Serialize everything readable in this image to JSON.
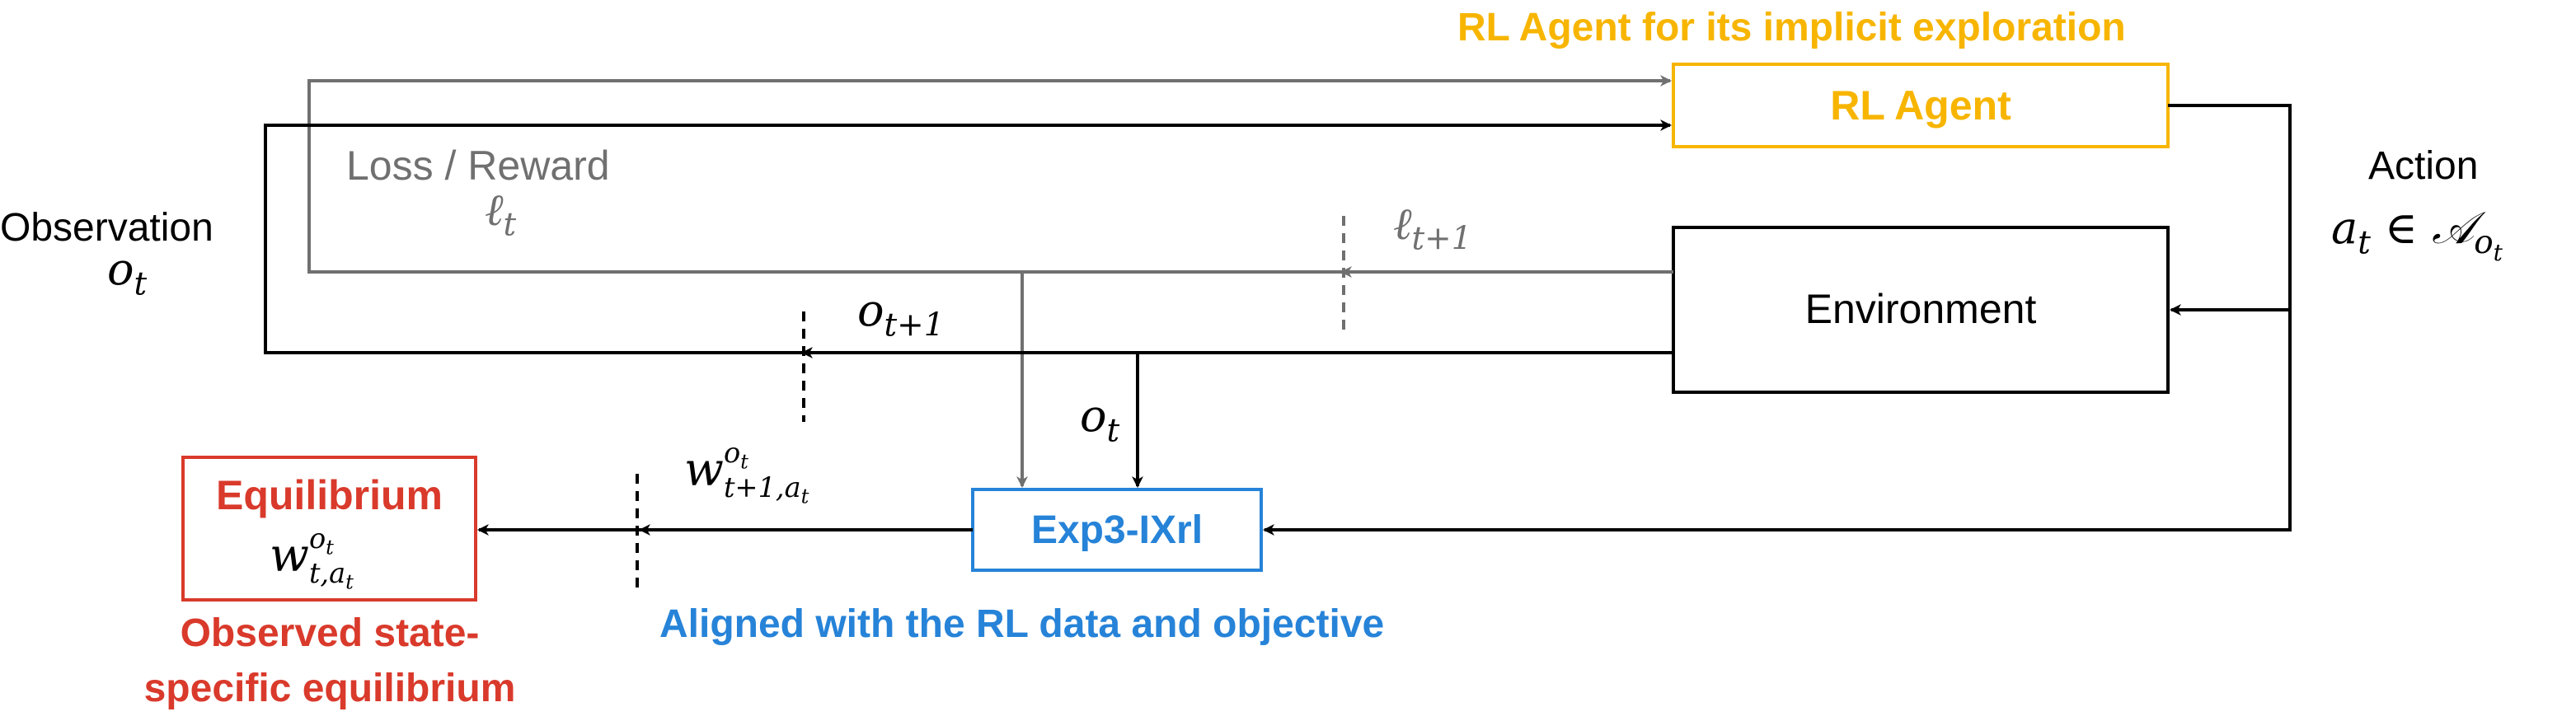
{
  "colors": {
    "agent": "#F7B500",
    "exp3": "#2683D8",
    "equilibrium": "#D93A2B",
    "gray": "#707070",
    "black": "#000000"
  },
  "nodes": {
    "rl_agent": {
      "label": "RL Agent",
      "caption": "RL Agent for its implicit exploration"
    },
    "environment": {
      "label": "Environment"
    },
    "exp3": {
      "label": "Exp3-IXrl",
      "caption": "Aligned with the RL data and objective"
    },
    "equilibrium": {
      "label": "Equilibrium",
      "math_base": "w",
      "math_sup": "o",
      "math_sup_sub": "t",
      "math_sub": "t,a",
      "math_sub_sub": "t",
      "caption_line1": "Observed state-",
      "caption_line2": "specific equilibrium"
    }
  },
  "labels": {
    "observation": {
      "text": "Observation",
      "math_base": "o",
      "math_sub": "t"
    },
    "loss_reward": {
      "text": "Loss / Reward",
      "math_base": "ℓ",
      "math_sub": "t"
    },
    "loss_next": {
      "math_base": "ℓ",
      "math_sub": "t+1"
    },
    "obs_next": {
      "math_base": "o",
      "math_sub": "t+1"
    },
    "obs_to_exp3": {
      "math_base": "o",
      "math_sub": "t"
    },
    "action": {
      "text": "Action",
      "math_base": "a",
      "math_sub": "t",
      "math_rel": "∈",
      "math_set": "𝒜",
      "math_set_sub": "o",
      "math_set_sub_sub": "t"
    },
    "weight_next": {
      "math_base": "w",
      "math_sup": "o",
      "math_sup_sub": "t",
      "math_sub": "t+1,a",
      "math_sub_sub": "t"
    }
  }
}
